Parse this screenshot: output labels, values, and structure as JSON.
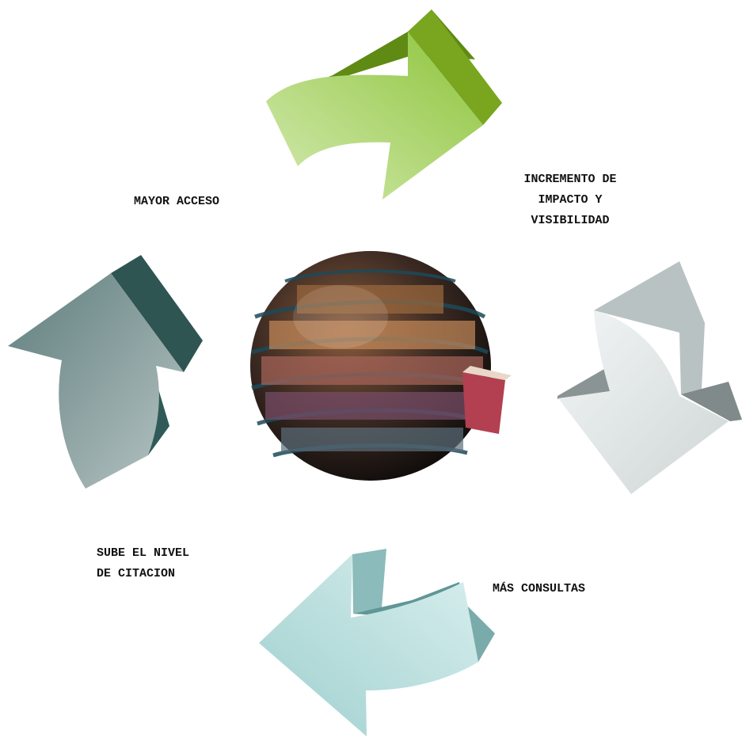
{
  "labels": {
    "top_left": "MAYOR ACCESO",
    "top_right": [
      "INCREMENTO DE",
      "IMPACTO Y",
      "VISIBILIDAD"
    ],
    "bottom_right": "MÁS CONSULTAS",
    "bottom_left": [
      "SUBE EL NIVEL",
      "DE CITACION"
    ]
  },
  "arrows": [
    {
      "name": "green-arrow",
      "colors": [
        "#c8e6a0",
        "#8fc43a",
        "#5f8a14"
      ]
    },
    {
      "name": "light-gray-arrow",
      "colors": [
        "#eef2f2",
        "#c7cfcf",
        "#8b9595"
      ]
    },
    {
      "name": "teal-arrow",
      "colors": [
        "#cfeceb",
        "#8ec5c4",
        "#5f9998"
      ]
    },
    {
      "name": "dark-teal-arrow",
      "colors": [
        "#a7b8b8",
        "#5f7c7b",
        "#2f5553"
      ]
    }
  ],
  "center_image": "globe-bookshelf-icon"
}
